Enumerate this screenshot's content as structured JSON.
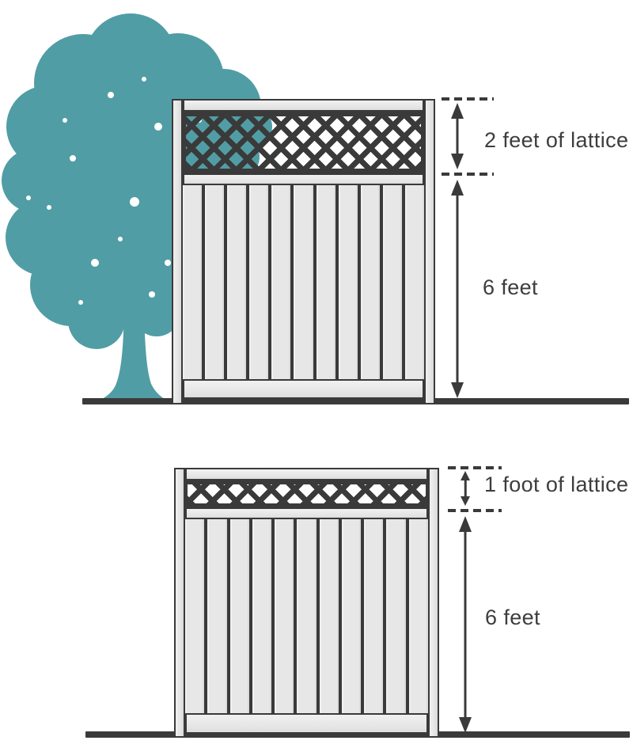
{
  "title": "Fence lattice height comparison diagram",
  "colors": {
    "tree": "#519da5",
    "outline": "#3a3a3a",
    "fence_light": "#e7e7e7",
    "background": "#ffffff"
  },
  "icons": {
    "tree": "deciduous-tree-silhouette"
  },
  "figures": [
    {
      "id": "fence-2ft-lattice",
      "has_tree": true,
      "labels": {
        "lattice": "2 feet of lattice",
        "height": "6 feet"
      }
    },
    {
      "id": "fence-1ft-lattice",
      "has_tree": false,
      "labels": {
        "lattice": "1 foot of lattice",
        "height": "6 feet"
      }
    }
  ]
}
